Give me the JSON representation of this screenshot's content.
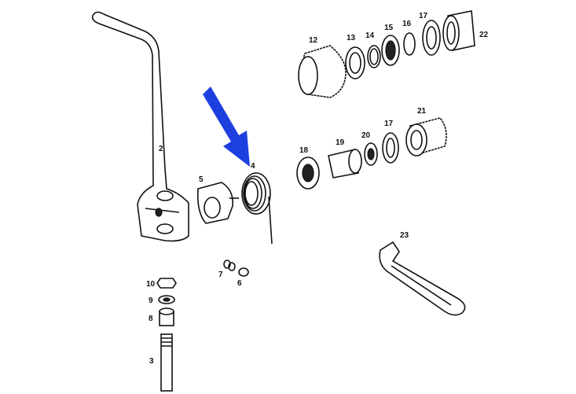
{
  "diagram": {
    "arrow_color": "#1d3fe0",
    "part_labels": [
      "2",
      "3",
      "4",
      "5",
      "6",
      "7",
      "8",
      "9",
      "10",
      "12",
      "13",
      "14",
      "15",
      "16",
      "17",
      "22",
      "18",
      "19",
      "20",
      "17",
      "21",
      "23"
    ]
  }
}
